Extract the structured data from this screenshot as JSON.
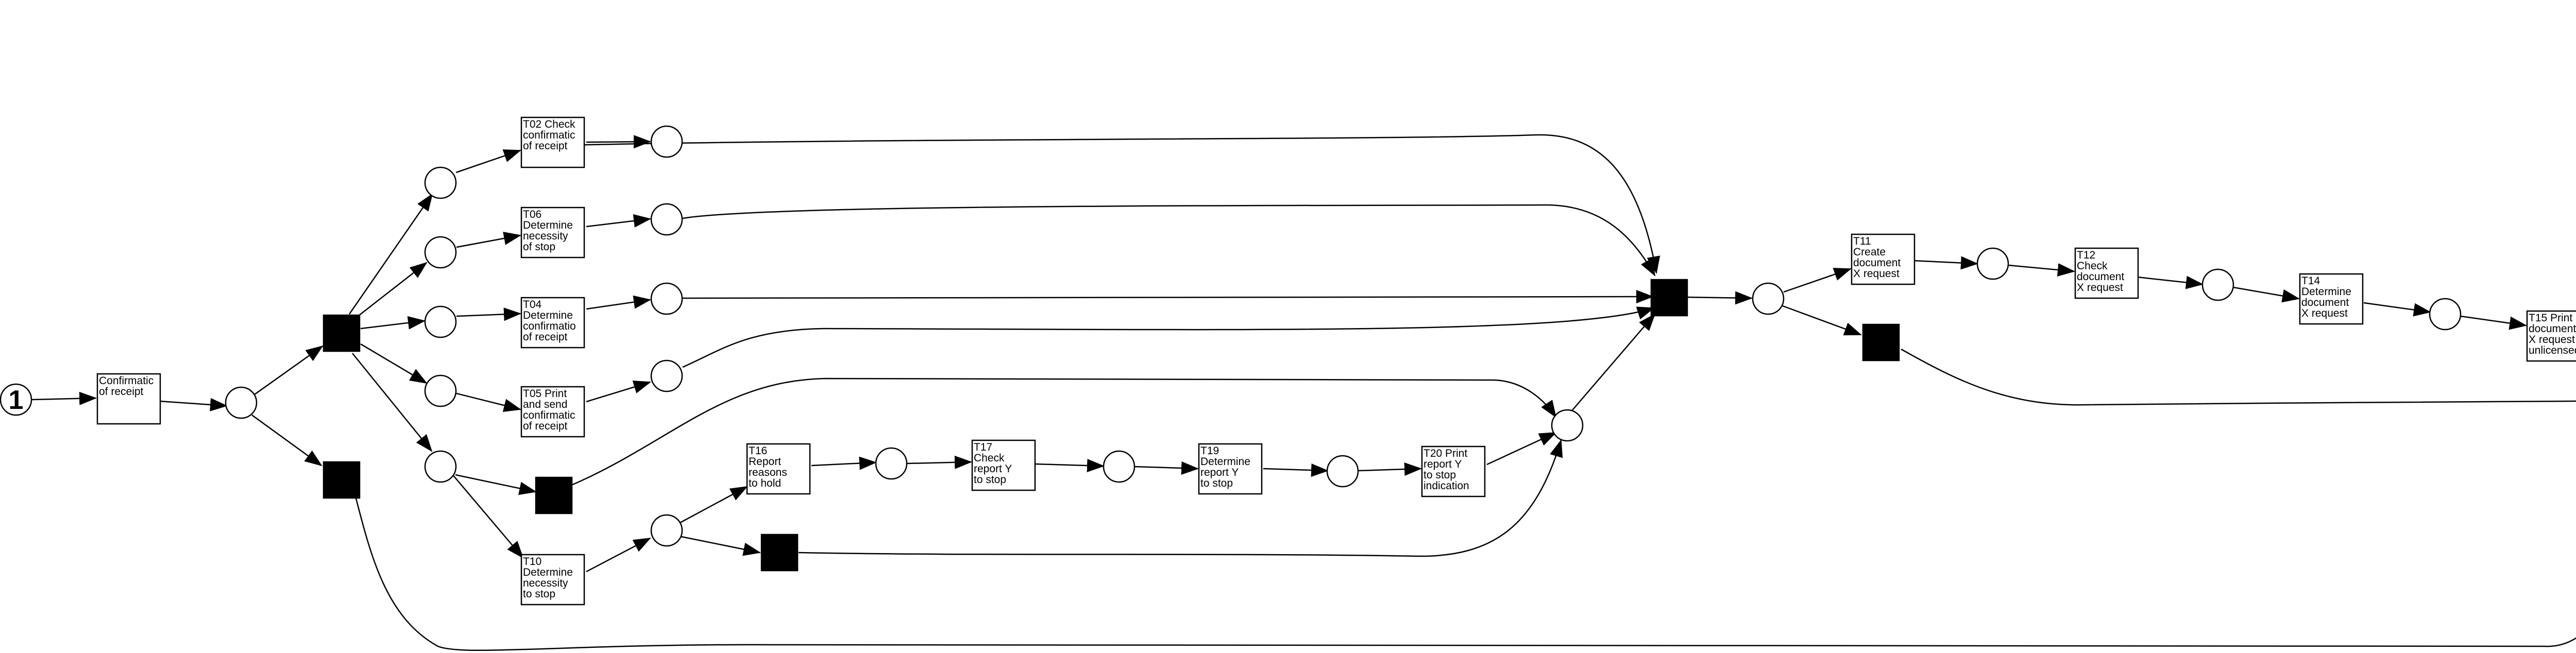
{
  "colors": {
    "stroke": "#000000",
    "fill": "#ffffff",
    "silent": "#000000"
  },
  "start_place": {
    "tokens": "1"
  },
  "transitions": {
    "confirm": [
      "Confirmatic",
      "of receipt"
    ],
    "t02": [
      "T02 Check",
      "confirmatic",
      "of receipt"
    ],
    "t06": [
      "T06",
      "Determine",
      "necessity",
      "of stop"
    ],
    "t04": [
      "T04",
      "Determine",
      "confirmatio",
      "of receipt"
    ],
    "t05": [
      "T05 Print",
      "and send",
      "confirmatic",
      "of receipt"
    ],
    "t10": [
      "T10",
      "Determine",
      "necessity",
      "to stop"
    ],
    "t16": [
      "T16",
      "Report",
      "reasons",
      "to hold"
    ],
    "t17": [
      "T17",
      "Check",
      "report Y",
      "to stop"
    ],
    "t19": [
      "T19",
      "Determine",
      "report Y",
      "to stop"
    ],
    "t20": [
      "T20 Print",
      "report Y",
      "to stop",
      "indication"
    ],
    "t11": [
      "T11",
      "Create",
      "document",
      "X request"
    ],
    "t12": [
      "T12",
      "Check",
      "document",
      "X request"
    ],
    "t14": [
      "T14",
      "Determine",
      "document",
      "X request"
    ],
    "t15": [
      "T15 Print",
      "document",
      "X request",
      "unlicensed"
    ]
  }
}
